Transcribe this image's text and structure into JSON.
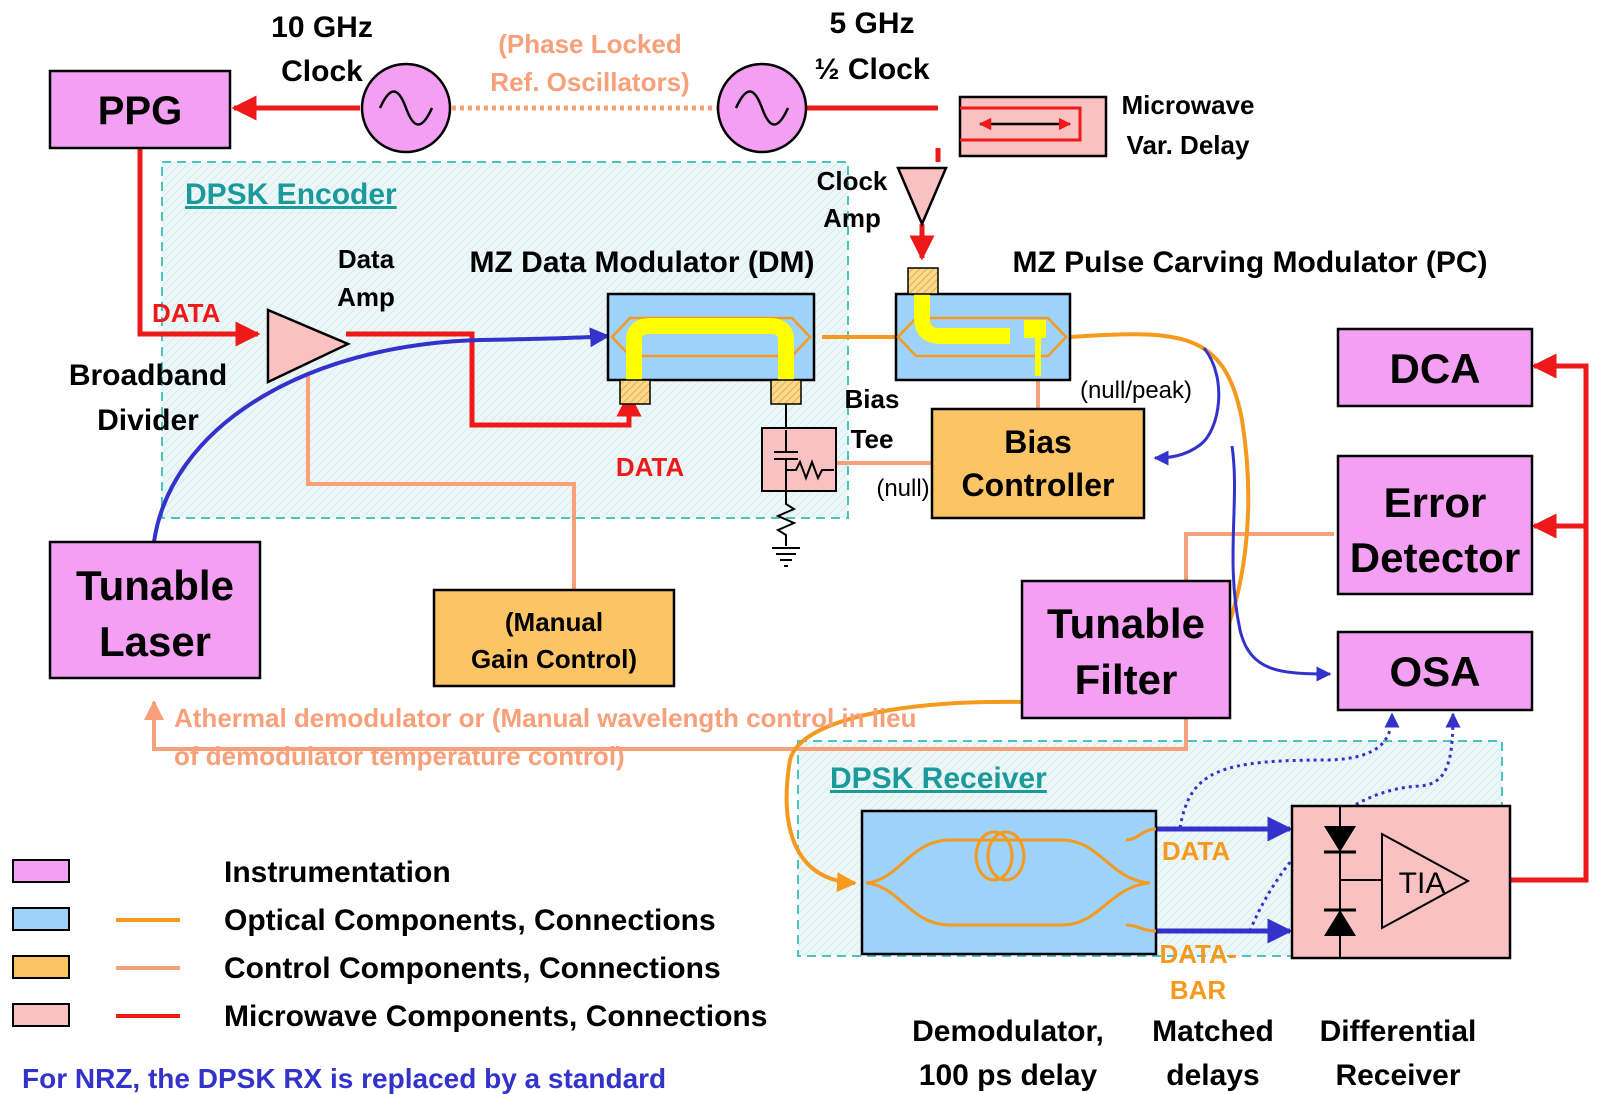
{
  "colors": {
    "instrumentation": "#f39ff2",
    "optical": "#9dd2fa",
    "control": "#fbc465",
    "microwave": "#f9c1c1",
    "optical_line": "#f59a1e",
    "control_line": "#f7a07a",
    "microwave_line": "#ee1a1a",
    "blue_line": "#3333cc",
    "encoder_box": "#49c3c3",
    "encoder_fill": "#eaf6f8"
  },
  "clocks": {
    "ten_ghz_line1": "10 GHz",
    "ten_ghz_line2": "Clock",
    "phase_locked_line1": "(Phase Locked",
    "phase_locked_line2": "Ref. Oscillators)",
    "five_ghz_line1": "5 GHz",
    "five_ghz_line2": "½ Clock"
  },
  "blocks": {
    "ppg": "PPG",
    "microwave_delay_line1": "Microwave",
    "microwave_delay_line2": "Var. Delay",
    "clock_amp_line1": "Clock",
    "clock_amp_line2": "Amp",
    "dca": "DCA",
    "error_detector_line1": "Error",
    "error_detector_line2": "Detector",
    "osa": "OSA",
    "tunable_filter_line1": "Tunable",
    "tunable_filter_line2": "Filter",
    "tunable_laser_line1": "Tunable",
    "tunable_laser_line2": "Laser",
    "bias_controller_line1": "Bias",
    "bias_controller_line2": "Controller",
    "manual_gain_line1": "(Manual",
    "manual_gain_line2": "Gain Control)",
    "tia": "TIA"
  },
  "encoder": {
    "title": "DPSK Encoder",
    "data_amp_line1": "Data",
    "data_amp_line2": "Amp",
    "data_label": "DATA",
    "divider_line1": "Broadband",
    "divider_line2": "Divider",
    "dm_label": "MZ Data Modulator (DM)",
    "data_label_2": "DATA",
    "bias_tee_line1": "Bias",
    "bias_tee_line2": "Tee",
    "null_label": "(null)"
  },
  "pc_label": "MZ Pulse Carving Modulator (PC)",
  "null_peak_label": "(null/peak)",
  "feedback": {
    "line1": "Athermal demodulator or (Manual wavelength control in lieu",
    "line2": "of demodulator temperature control)"
  },
  "receiver": {
    "title": "DPSK Receiver",
    "data_label": "DATA",
    "databar_line1": "DATA-",
    "databar_line2": "BAR",
    "demod_line1": "Demodulator,",
    "demod_line2": "100 ps delay",
    "matched_line1": "Matched",
    "matched_line2": "delays",
    "diff_line1": "Differential",
    "diff_line2": "Receiver"
  },
  "legend": [
    {
      "label": "Instrumentation"
    },
    {
      "label": "Optical Components, Connections"
    },
    {
      "label": "Control Components, Connections"
    },
    {
      "label": "Microwave Components, Connections"
    }
  ],
  "footnote": "For NRZ, the DPSK RX is replaced by a standard"
}
